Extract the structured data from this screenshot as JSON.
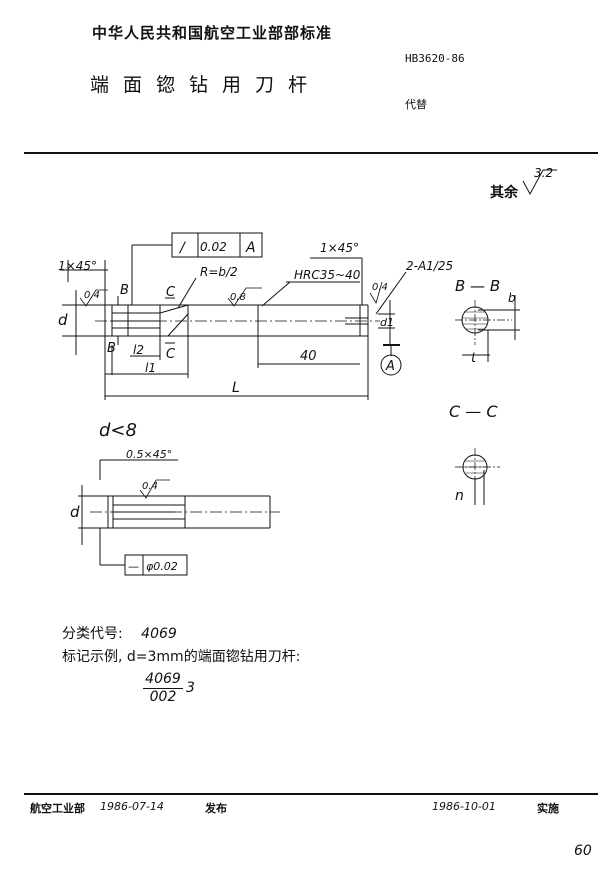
{
  "header": {
    "standard_title": "中华人民共和国航空工业部部标准",
    "document_name": "端面锪钻用刀杆",
    "standard_number": "HB3620-86",
    "replaces": "代替"
  },
  "roughness": {
    "rest_label": "其余",
    "rest_value": "3.2"
  },
  "drawing": {
    "tolerance_frame_top": [
      "/",
      "0.02",
      "A"
    ],
    "chamfer_left": "1×45°",
    "chamfer_right": "1×45°",
    "hardness": "HRC35~40",
    "center_hole": "2-A1/25",
    "radius": "R=b/2",
    "label_B_top": "B",
    "label_C_top": "C",
    "label_B_bot": "B",
    "label_C_bot": "C",
    "rough_04_left": "0.4",
    "rough_08": "0.8",
    "rough_04_right": "0.4",
    "dim_d": "d",
    "dim_d1": "d1",
    "dim_l2": "l2",
    "dim_l1": "l1",
    "dim_40": "40",
    "dim_L": "L",
    "datum_A": "A",
    "section_bb": "B — B",
    "dim_b": "b",
    "dim_t": "t",
    "section_cc": "C — C",
    "dim_n": "n",
    "small_d_condition": "d<8",
    "chamfer_small": "0.5×45°",
    "rough_04_small": "0.4",
    "dim_d_small": "d",
    "tolerance_frame_bottom": [
      "—",
      "φ0.02"
    ]
  },
  "notes": {
    "classification_label": "分类代号:",
    "classification_value": "4069",
    "marking_example": "标记示例, d=3mm的端面锪钻用刀杆:",
    "fraction_num": "4069",
    "fraction_den": "002",
    "fraction_suffix": "3"
  },
  "footer": {
    "org": "航空工业部",
    "issue_date": "1986-07-14",
    "issue_label": "发布",
    "impl_date": "1986-10-01",
    "impl_label": "实施",
    "page_number": "60"
  }
}
